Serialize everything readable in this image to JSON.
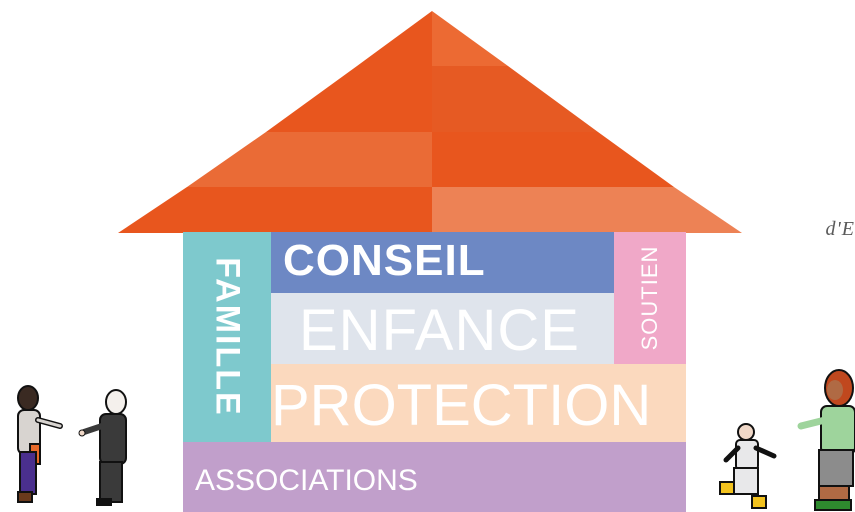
{
  "colors": {
    "roof_dark": "#e8561e",
    "roof_light": "#ec7d4e",
    "famille": "#7ec9cd",
    "conseil": "#6d88c4",
    "enfance": "#dfe4ec",
    "soutien": "#f0a8c8",
    "protection": "#fbd9be",
    "associations": "#c19fcb"
  },
  "house": {
    "famille": "FAMILLE",
    "conseil": "CONSEIL",
    "enfance": "ENFANCE",
    "soutien": "SOUTIEN",
    "protection": "PROTECTION",
    "associations": "ASSOCIATIONS"
  },
  "side_text": "d'E",
  "figures": [
    "adult-woman-figure",
    "elderly-man-figure",
    "child-figure",
    "adult-woman-green-figure"
  ]
}
